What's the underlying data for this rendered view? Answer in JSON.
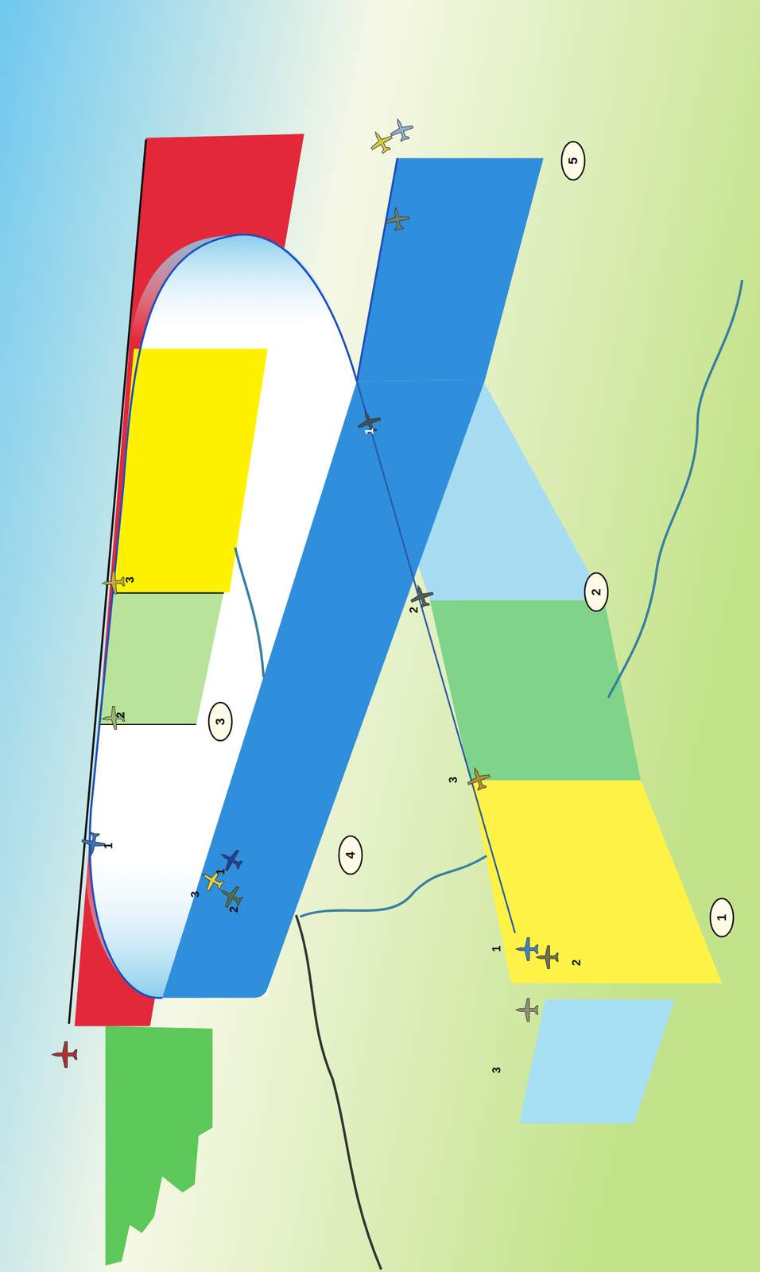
{
  "diagram": {
    "nodes": [
      {
        "text": [
          "1"
        ]
      },
      {
        "text": [
          "2"
        ]
      },
      {
        "text": [
          "3"
        ]
      },
      {
        "text": [
          "4"
        ]
      },
      {
        "text": [
          "5"
        ]
      }
    ],
    "labels": [
      "1",
      "2",
      "3",
      "3",
      "1",
      "2",
      "1",
      "2",
      "3",
      "1",
      "2",
      "3"
    ]
  }
}
